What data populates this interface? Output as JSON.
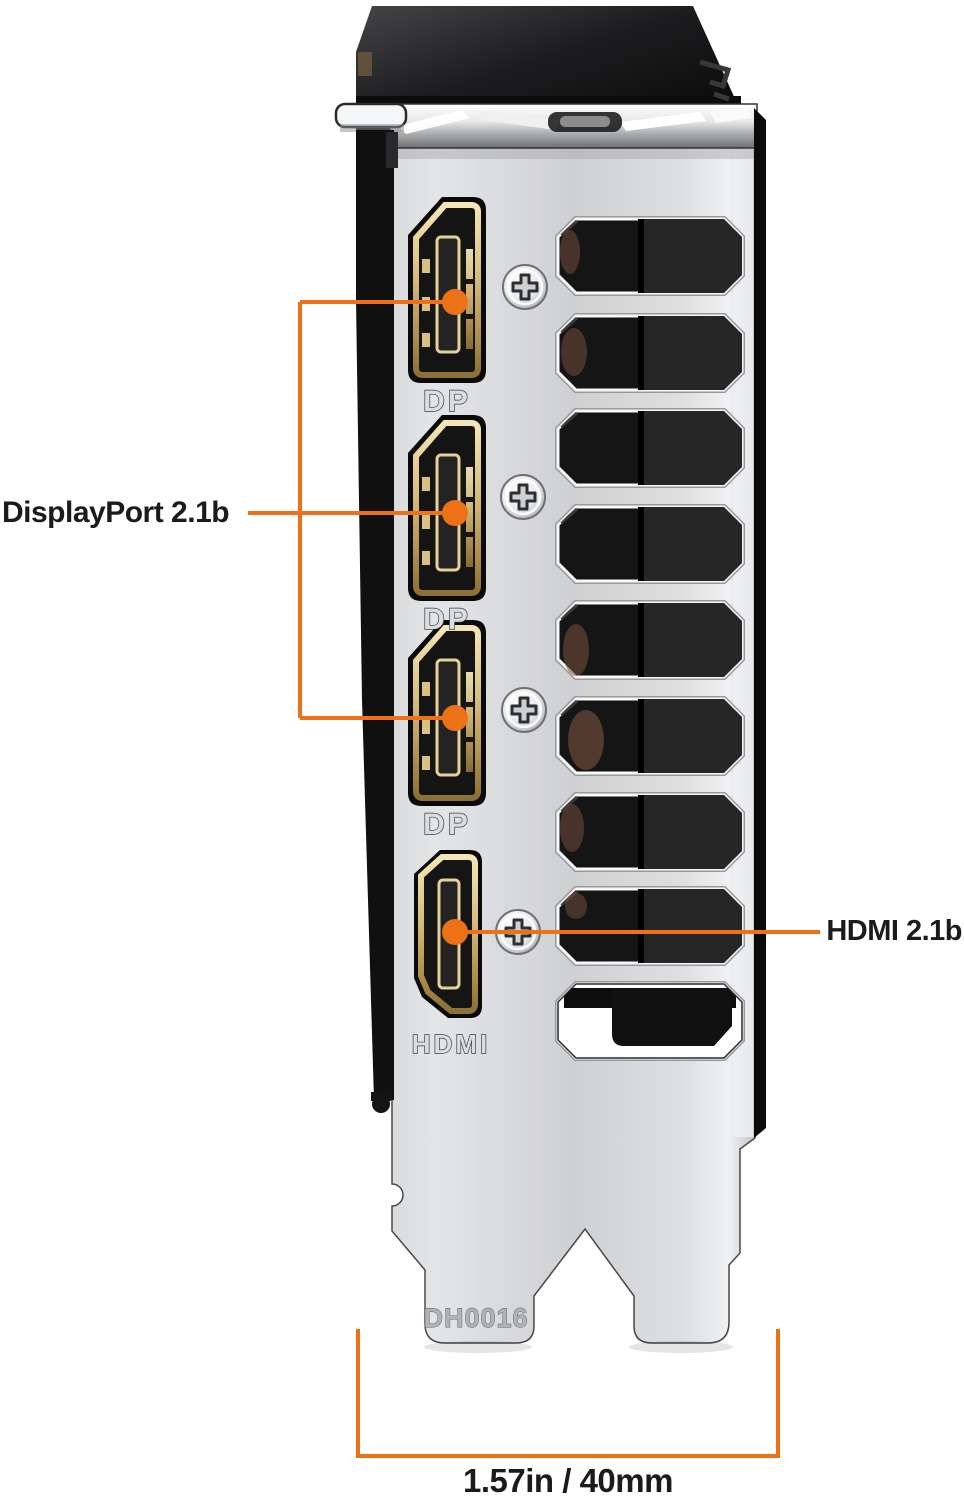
{
  "product": {
    "description": "graphics-card rear io bracket"
  },
  "callouts": {
    "displayport": {
      "label": "DisplayPort 2.1b"
    },
    "hdmi": {
      "label": "HDMI 2.1b"
    }
  },
  "stamps": {
    "dp1": "DP",
    "dp2": "DP",
    "dp3": "DP",
    "hdmi": "HDMI",
    "serial": "DH0016"
  },
  "dimension": {
    "label": "1.57in / 40mm"
  },
  "colors": {
    "accent_orange": "#ED7117",
    "label_text": "#1b1b1d",
    "bracket_silver": "#d4d5d7",
    "vent_black": "#151515",
    "port_gold": "#d5bb79"
  }
}
